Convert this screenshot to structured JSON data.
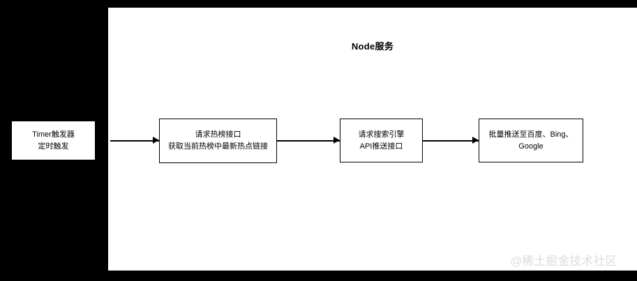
{
  "diagram": {
    "title": "Node服务",
    "background_color": "#000000",
    "panel_color": "#ffffff",
    "stroke_color": "#000000",
    "nodes": [
      {
        "id": "timer",
        "label": "Timer触发器\n定时触发",
        "bordered": false
      },
      {
        "id": "hotlist",
        "label": "请求热榜接口\n获取当前热榜中最新热点链接",
        "bordered": true
      },
      {
        "id": "search-api",
        "label": "请求搜索引擎\nAPI推送接口",
        "bordered": true
      },
      {
        "id": "push",
        "label": "批量推送至百度、Bing、Google",
        "bordered": true
      }
    ],
    "edges": [
      {
        "id": "edge-1",
        "from": "timer",
        "to": "hotlist",
        "label": ""
      },
      {
        "id": "edge-2",
        "from": "hotlist",
        "to": "search-api",
        "label": ""
      },
      {
        "id": "edge-3",
        "from": "search-api",
        "to": "push",
        "label": ""
      }
    ]
  },
  "watermark": {
    "text": "@稀土掘金技术社区",
    "color": "#dcdcdc"
  }
}
